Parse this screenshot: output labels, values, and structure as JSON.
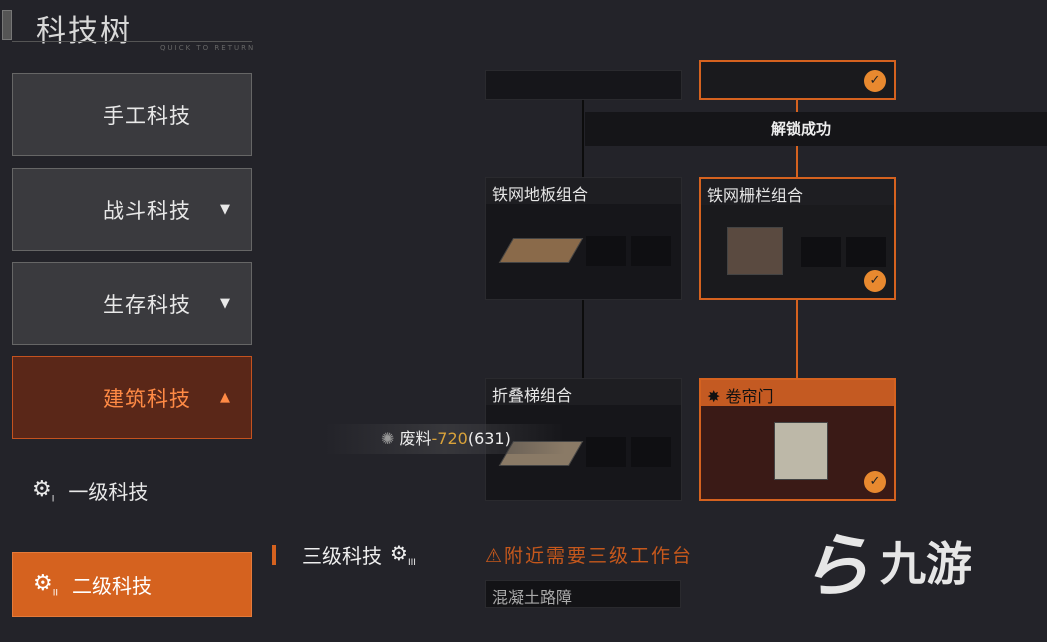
{
  "header": {
    "title": "科技树",
    "subtitle": "QUICK TO RETURN"
  },
  "menu": [
    {
      "label": "手工科技",
      "caret": ""
    },
    {
      "label": "战斗科技",
      "caret": "▼"
    },
    {
      "label": "生存科技",
      "caret": "▼"
    },
    {
      "label": "建筑科技",
      "caret": "▲"
    }
  ],
  "levels": {
    "level1": "一级科技",
    "level1_badge": "I",
    "level2": "二级科技",
    "level2_badge": "II"
  },
  "banner": "解锁成功",
  "cards": {
    "floor": "铁网地板组合",
    "fence": "铁网栅栏组合",
    "ladder": "折叠梯组合",
    "shutter": "卷帘门",
    "barrier": "混凝土路障"
  },
  "cost": {
    "label": "废料",
    "delta": "-720",
    "have": "(631)"
  },
  "section": {
    "title": "三级科技",
    "badge": "III",
    "warning": "附近需要三级工作台"
  },
  "watermark": "九游",
  "colors": {
    "accent": "#d5621f",
    "background": "#232329"
  }
}
